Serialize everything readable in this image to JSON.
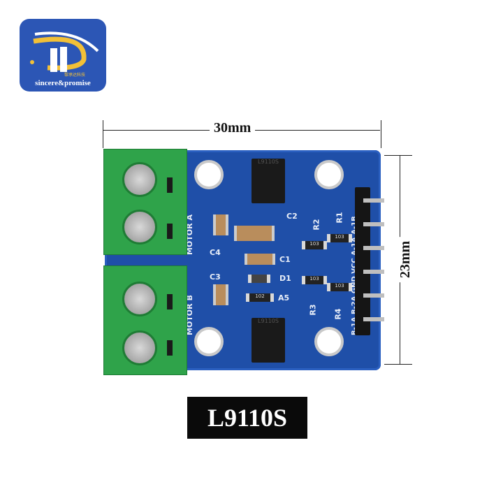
{
  "logo": {
    "brand_text": "sincere&promise",
    "chinese_text": "黎承达科技",
    "colors": {
      "background": "#2c56b5",
      "swoosh": "#f2c037"
    }
  },
  "dimensions": {
    "width_label": "30mm",
    "height_label": "23mm"
  },
  "board": {
    "color": "#1f4fa8",
    "silkscreen": {
      "motor_a": "MOTOR A",
      "motor_b": "MOTOR B",
      "c1": "C1",
      "c2": "C2",
      "c3": "C3",
      "c4": "C4",
      "d1": "D1",
      "a5": "A5",
      "r1": "R1",
      "r2": "R2",
      "r3": "R3",
      "r4": "R4",
      "pins": "B-1A B-2A GND VCC A-1A A-1B"
    },
    "chip_top": "L9110S",
    "chip_bottom": "L9110S",
    "resistor_codes": [
      "103",
      "103",
      "103",
      "103",
      "102"
    ]
  },
  "product_label": "L9110S"
}
